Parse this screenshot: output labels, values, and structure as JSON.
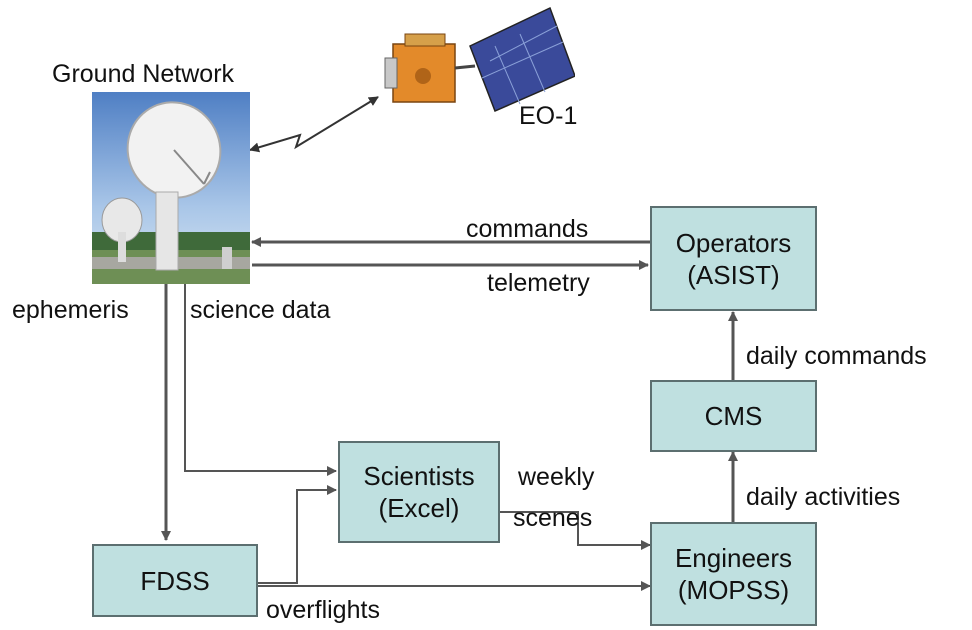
{
  "nodes": {
    "ground_network": {
      "label": "Ground Network"
    },
    "eo1": {
      "label": "EO-1"
    },
    "operators": {
      "line1": "Operators",
      "line2": "(ASIST)"
    },
    "cms": {
      "label": "CMS"
    },
    "scientists": {
      "line1": "Scientists",
      "line2": "(Excel)"
    },
    "engineers": {
      "line1": "Engineers",
      "line2": "(MOPSS)"
    },
    "fdss": {
      "label": "FDSS"
    }
  },
  "edges": {
    "commands": "commands",
    "telemetry": "telemetry",
    "ephemeris": "ephemeris",
    "science_data": "science data",
    "weekly_scenes_1": "weekly",
    "weekly_scenes_2": "scenes",
    "daily_commands": "daily commands",
    "daily_activities": "daily activities",
    "overflights": "overflights"
  },
  "colors": {
    "box_fill": "#bfe0e0",
    "box_border": "#5c6f70",
    "arrow": "#555555"
  }
}
